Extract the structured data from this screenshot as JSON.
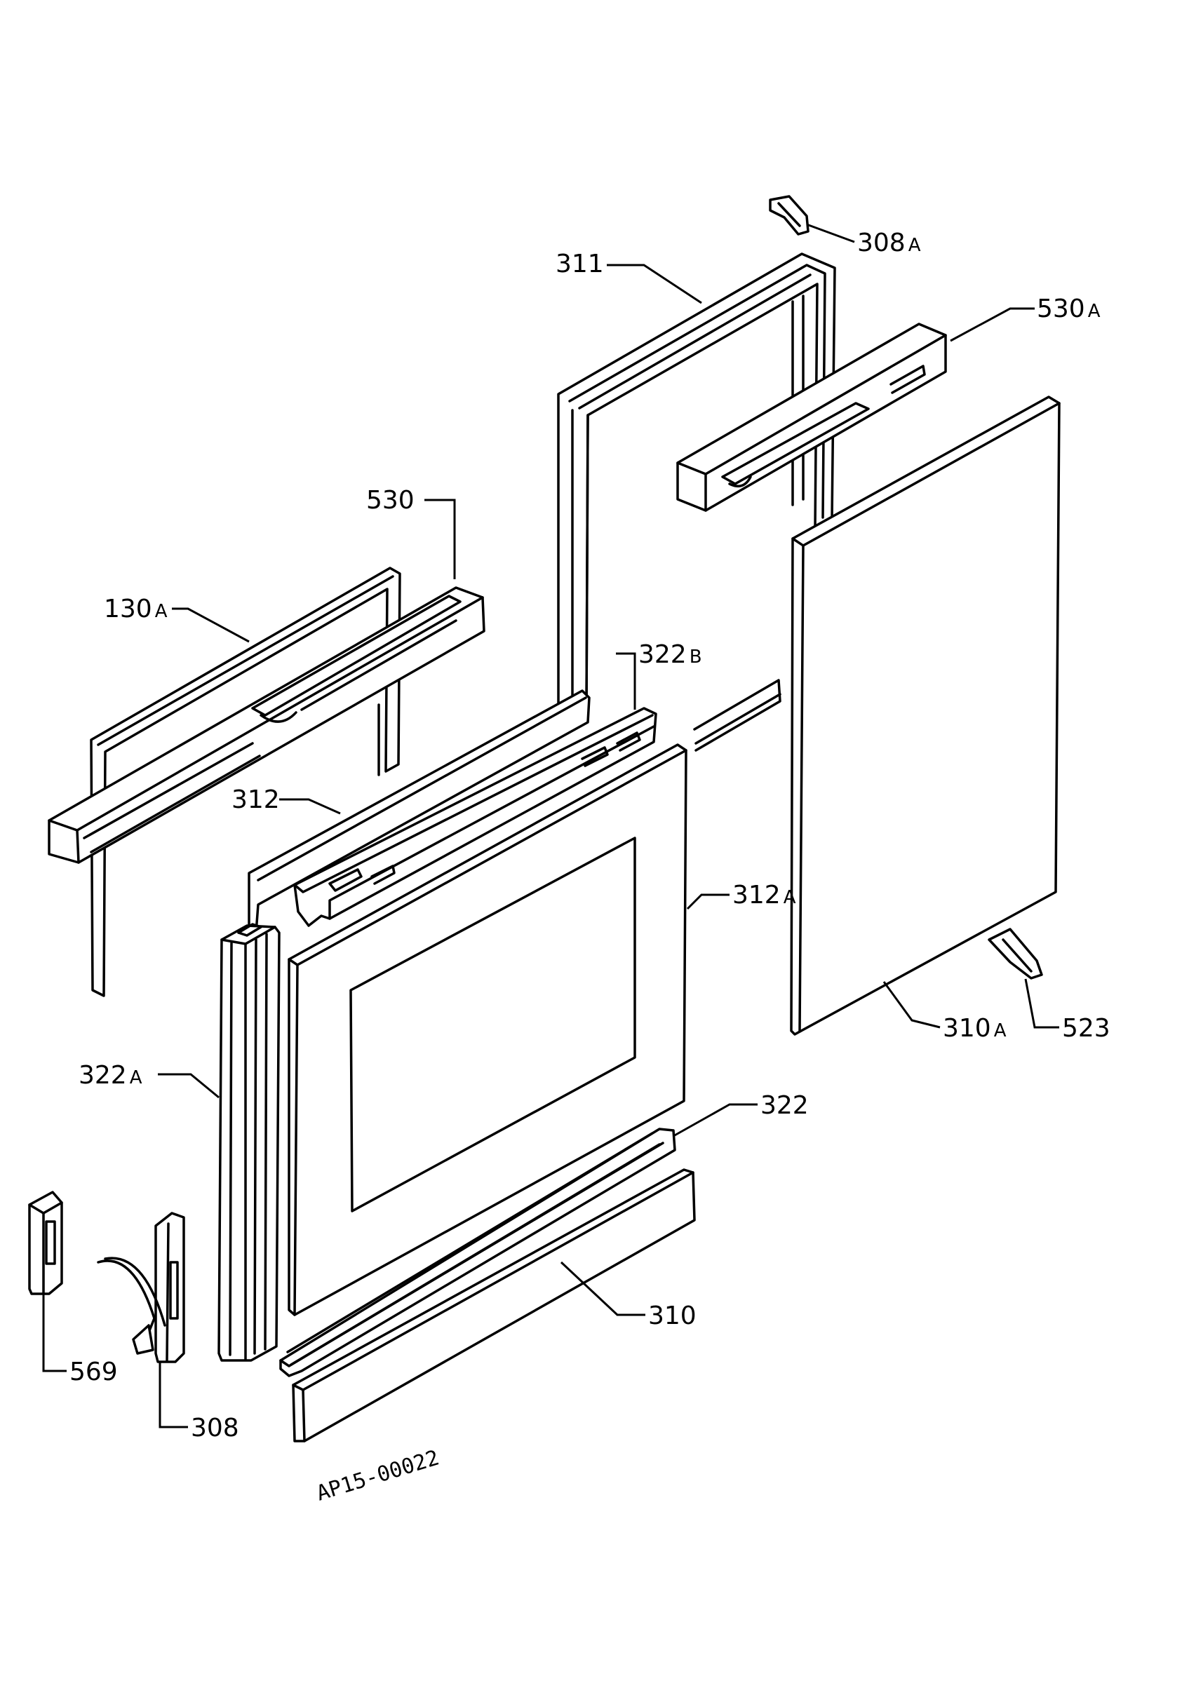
{
  "diagram": {
    "drawing_code": "AP15-00022",
    "labels": {
      "p308a": {
        "num": "308",
        "suffix": "A"
      },
      "p311": {
        "num": "311",
        "suffix": ""
      },
      "p530a": {
        "num": "530",
        "suffix": "A"
      },
      "p530": {
        "num": "530",
        "suffix": ""
      },
      "p130a": {
        "num": "130",
        "suffix": "A"
      },
      "p322b": {
        "num": "322",
        "suffix": "B"
      },
      "p312": {
        "num": "312",
        "suffix": ""
      },
      "p312a": {
        "num": "312",
        "suffix": "A"
      },
      "p310a": {
        "num": "310",
        "suffix": "A"
      },
      "p523": {
        "num": "523",
        "suffix": ""
      },
      "p322a": {
        "num": "322",
        "suffix": "A"
      },
      "p322": {
        "num": "322",
        "suffix": ""
      },
      "p569": {
        "num": "569",
        "suffix": ""
      },
      "p310": {
        "num": "310",
        "suffix": ""
      },
      "p308": {
        "num": "308",
        "suffix": ""
      }
    }
  }
}
